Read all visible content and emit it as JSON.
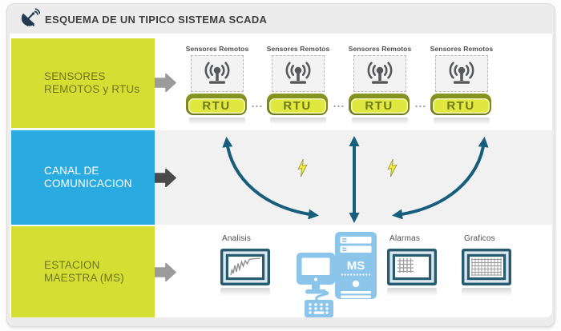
{
  "header": {
    "title": "ESQUEMA DE UN TIPICO SISTEMA SCADA"
  },
  "bands": [
    {
      "line1": "SENSORES",
      "line2": "REMOTOS y RTUs"
    },
    {
      "line1": "CANAL DE",
      "line2": "COMUNICACION"
    },
    {
      "line1": "ESTACION",
      "line2": "MAESTRA (MS)"
    }
  ],
  "sensors": {
    "separator": "...",
    "units": [
      {
        "label": "Sensores Remotos",
        "rtu": "RTU"
      },
      {
        "label": "Sensores Remotos",
        "rtu": "RTU"
      },
      {
        "label": "Sensores Remotos",
        "rtu": "RTU"
      },
      {
        "label": "Sensores Remotos",
        "rtu": "RTU"
      }
    ]
  },
  "master": {
    "monitors": [
      {
        "label": "Analisis",
        "screen": "line-chart"
      },
      {
        "label": "Alarmas",
        "screen": "partial-grid"
      },
      {
        "label": "Graficos",
        "screen": "full-grid"
      }
    ],
    "tower_label": "MS"
  },
  "colors": {
    "band_yellow": "#d5de33",
    "band_blue": "#29abe2",
    "olive_text": "#70751f",
    "arrow_teal": "#175e7c",
    "bolt_yellow": "#f3ec3e",
    "computer_blue": "#8cc5ea",
    "monitor_teal": "#255a70"
  }
}
